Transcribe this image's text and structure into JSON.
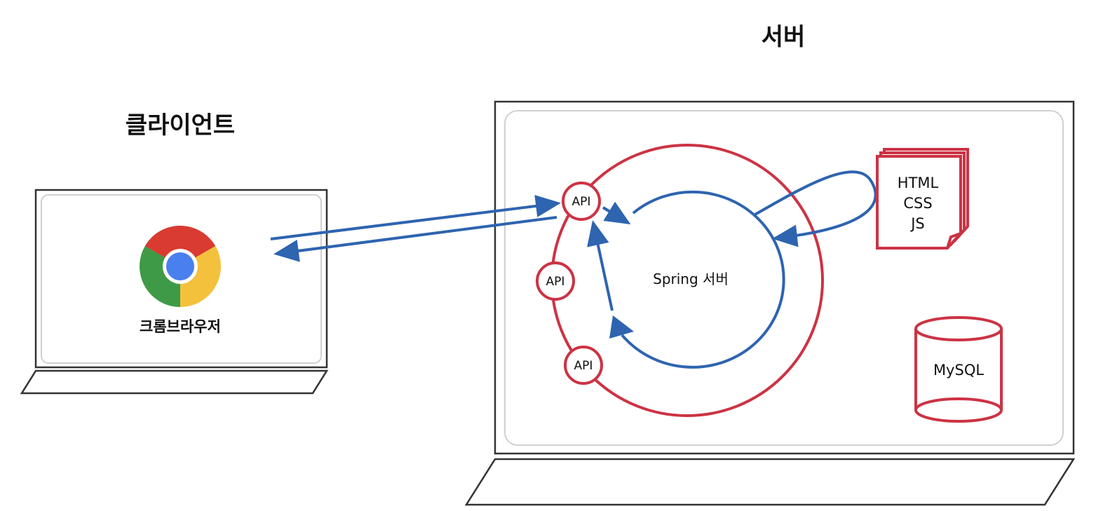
{
  "titles": {
    "client": "클라이언트",
    "server": "서버"
  },
  "client": {
    "browser_label": "크롬브라우저",
    "browser_icon": "chrome-icon"
  },
  "server": {
    "spring_label": "Spring 서버",
    "api_nodes": [
      "API",
      "API",
      "API"
    ],
    "static_files": [
      "HTML",
      "CSS",
      "JS"
    ],
    "database_label": "MySQL"
  },
  "colors": {
    "red": "#cc3344",
    "blue": "#2e64b0",
    "frame": "#333333",
    "inner_frame": "#cfcfcf",
    "chrome_red": "#d93b30",
    "chrome_yellow": "#f4c13c",
    "chrome_green": "#3f9a47",
    "chrome_blue": "#4a7ff0"
  }
}
